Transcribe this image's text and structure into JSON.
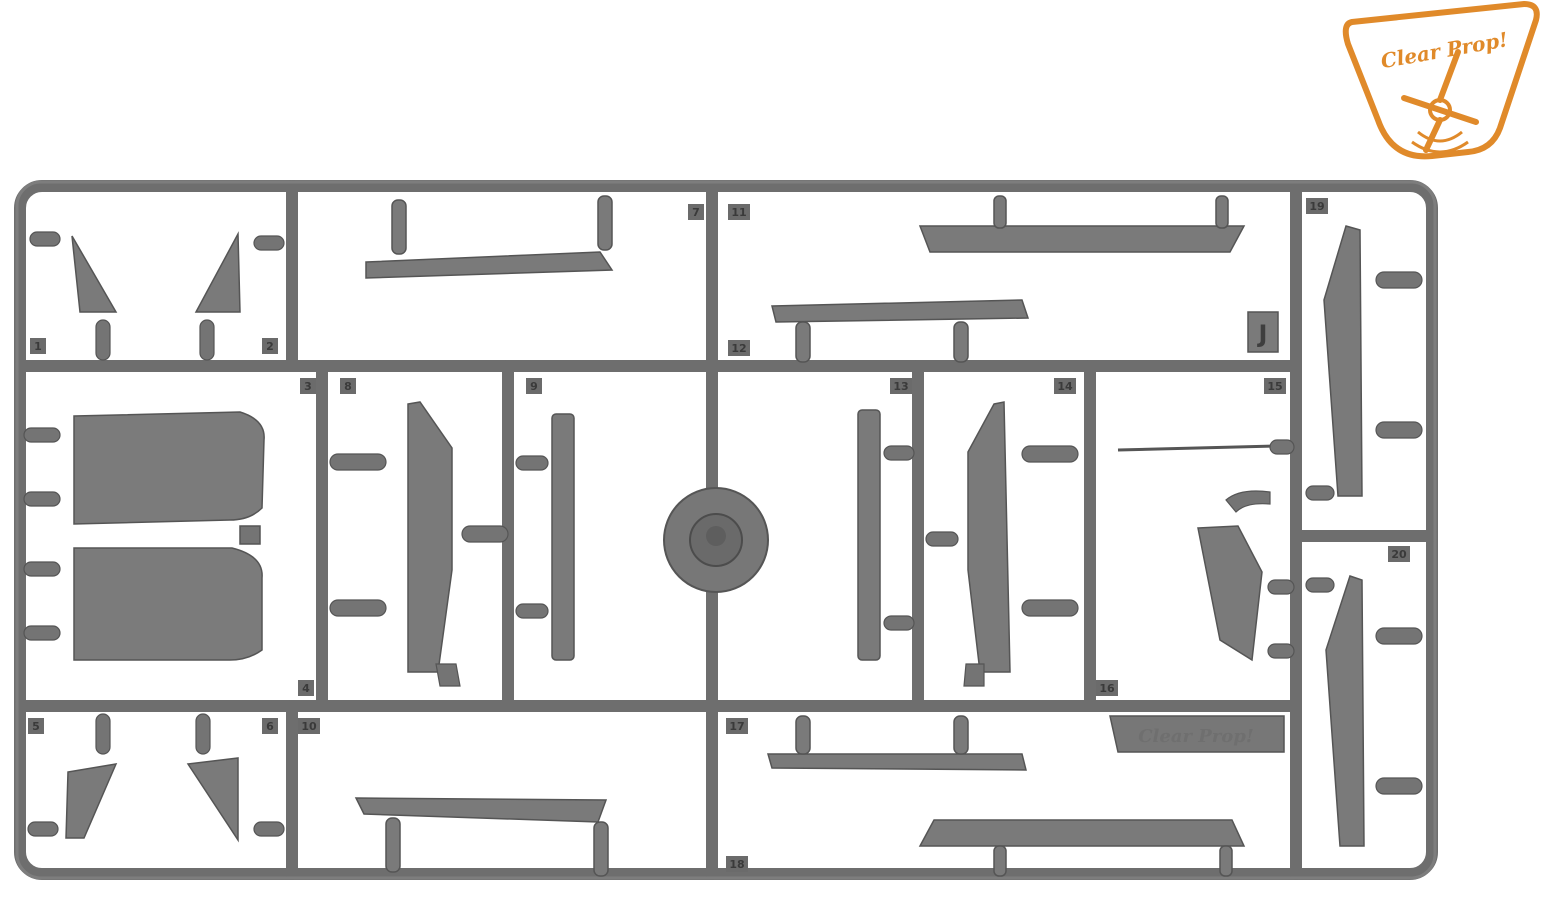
{
  "sprue": {
    "letter": "J",
    "tab_text": "Clear Prop!",
    "part_numbers": [
      "1",
      "2",
      "3",
      "4",
      "5",
      "6",
      "7",
      "8",
      "9",
      "10",
      "11",
      "12",
      "13",
      "14",
      "15",
      "16",
      "17",
      "18",
      "19",
      "20"
    ]
  },
  "logo": {
    "text": "Clear Prop!",
    "icon": "propeller-icon",
    "color": "#e08a2a"
  },
  "colors": {
    "plastic": "#7c7c7c",
    "plastic_dark": "#5a5a5a",
    "background": "#ffffff"
  }
}
